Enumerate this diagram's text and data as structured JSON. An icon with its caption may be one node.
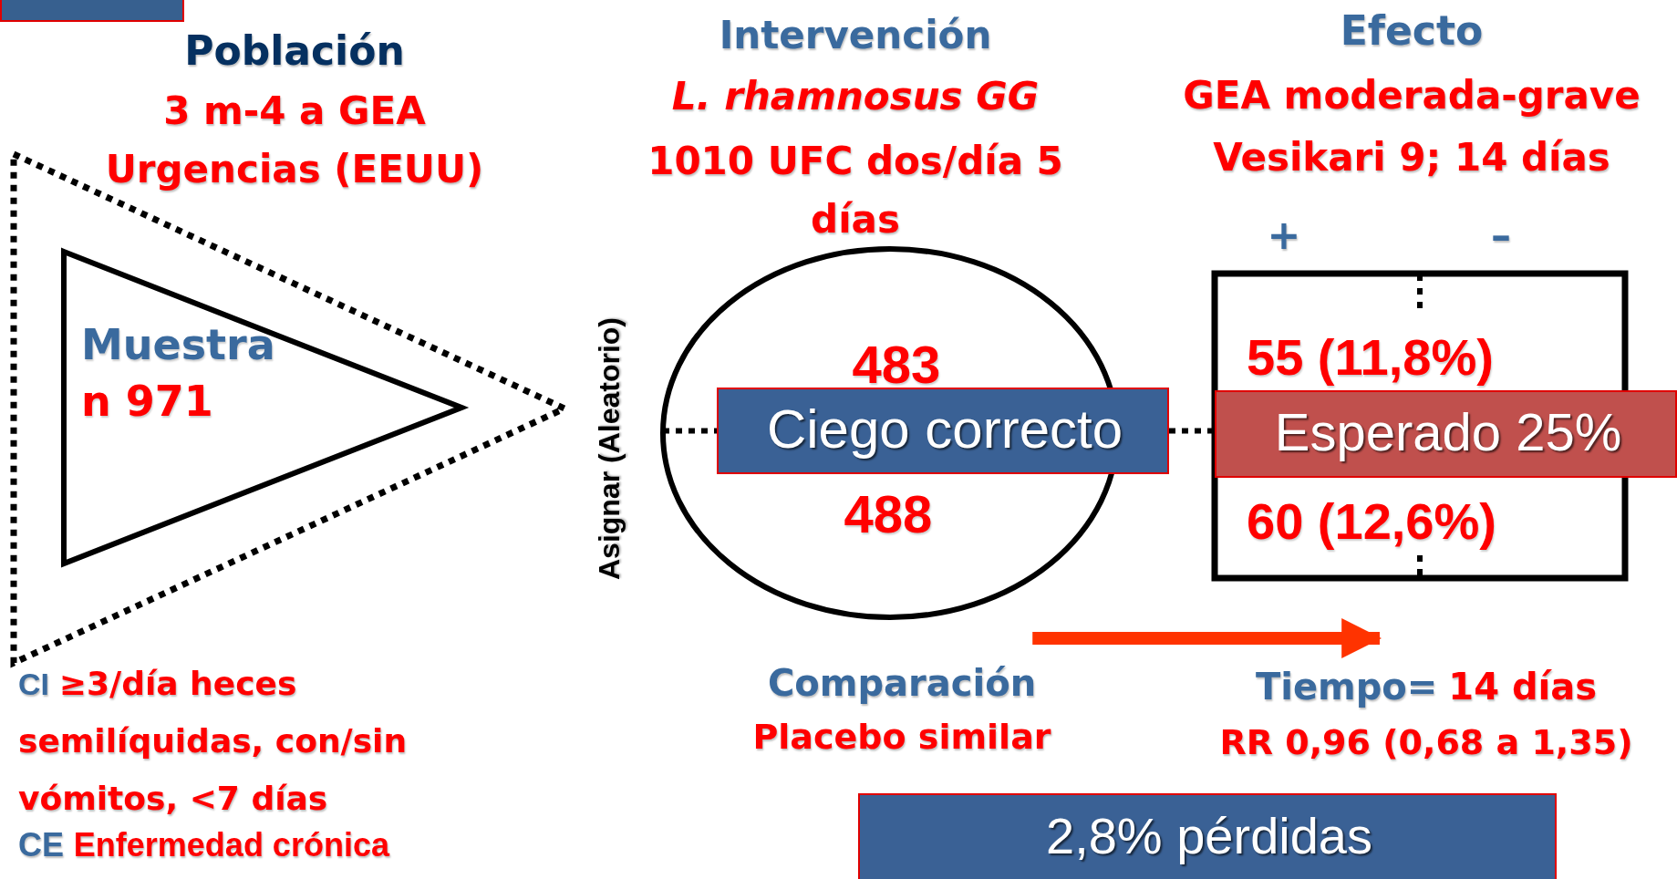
{
  "diagram": {
    "nodes": [
      {
        "text": [],
        "shape": "box"
      },
      {
        "text": [],
        "shape": "triangle"
      },
      {
        "text": [
          "Muestra",
          "n 971"
        ],
        "in": 1
      },
      {
        "text": [
          "483",
          "488"
        ]
      },
      {
        "text": [
          "Ciego correcto"
        ]
      },
      {
        "text": [
          "55 (11,8%)",
          "60 (12,6%)"
        ]
      },
      {
        "text": [
          "Esperado 25%"
        ]
      },
      {
        "text": [
          "2,8% pérdidas"
        ]
      }
    ],
    "edges": [
      {
        "from": 3,
        "to": 4,
        "arrow": "none",
        "style": "dashed"
      },
      {
        "from": 4,
        "to": 5,
        "arrow": "none",
        "style": "dashed"
      },
      {
        "from": 3,
        "to": 5,
        "arrow": "to",
        "style": "thick",
        "color": "#ff3300"
      }
    ],
    "labels": [
      "Población",
      "3 m-4 a GEA",
      "Urgencias (EEUU)",
      "Intervención",
      "L. rhamnosus GG",
      "1010 UFC dos/día 5 días",
      "Efecto",
      "GEA moderada-grave",
      "Vesikari 9; 14 días",
      "+",
      "–",
      "Asignar (Aleatorio)",
      "CI",
      "≥3/día heces semilíquidas, con/sin vómitos, <7 días",
      "Comparación",
      "Placebo similar",
      "Tiempo=",
      "14 días",
      "RR 0,96 (0,68 a 1,35)",
      "CE",
      "Enfermedad crónica"
    ]
  }
}
